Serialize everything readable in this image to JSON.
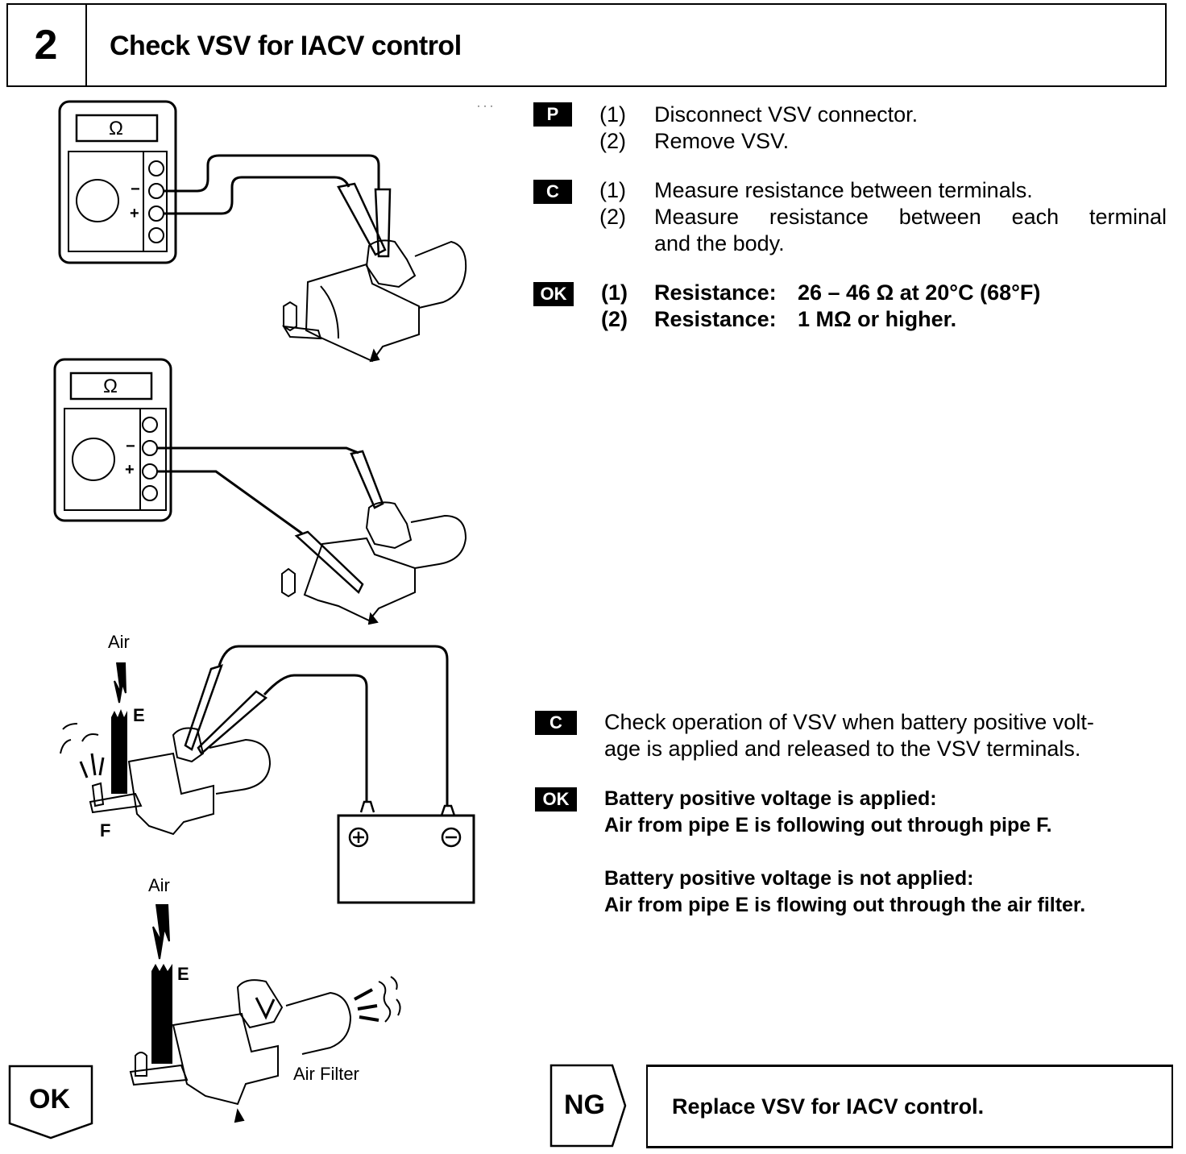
{
  "header": {
    "step_number": "2",
    "title": "Check VSV for IACV control"
  },
  "section_prep": {
    "badge": "P",
    "steps": [
      {
        "num": "(1)",
        "text": "Disconnect VSV connector."
      },
      {
        "num": "(2)",
        "text": "Remove VSV."
      }
    ]
  },
  "section_check1": {
    "badge": "C",
    "steps": [
      {
        "num": "(1)",
        "text": "Measure resistance between terminals."
      },
      {
        "num": "(2)",
        "text_line1_words": [
          "Measure",
          "resistance",
          "between",
          "each",
          "terminal"
        ],
        "text_line2": "and the body."
      }
    ]
  },
  "section_ok1": {
    "badge": "OK",
    "results": [
      {
        "num": "(1)",
        "label": "Resistance:",
        "value": "26 – 46 Ω at 20°C (68°F)"
      },
      {
        "num": "(2)",
        "label": "Resistance:",
        "value": "1 MΩ or higher."
      }
    ]
  },
  "section_check2": {
    "badge": "C",
    "text_line1": "Check operation of VSV when battery positive volt-",
    "text_line2": "age is applied and released to the VSV terminals."
  },
  "section_ok2": {
    "badge": "OK",
    "applied_heading": "Battery positive voltage is applied:",
    "applied_result": "Air from pipe E is following out through pipe F.",
    "not_applied_heading": "Battery positive voltage is not applied:",
    "not_applied_result": "Air from pipe E is flowing out through the air filter."
  },
  "illustrations": {
    "meter_symbol": "Ω",
    "minus_sign": "−",
    "plus_sign": "+",
    "air_label": "Air",
    "pipe_e_label": "E",
    "pipe_f_label": "F",
    "air_filter_label": "Air Filter",
    "battery_plus": "+",
    "battery_minus": "−"
  },
  "footer": {
    "ok_label": "OK",
    "ng_label": "NG",
    "ng_action": "Replace VSV for IACV control."
  }
}
